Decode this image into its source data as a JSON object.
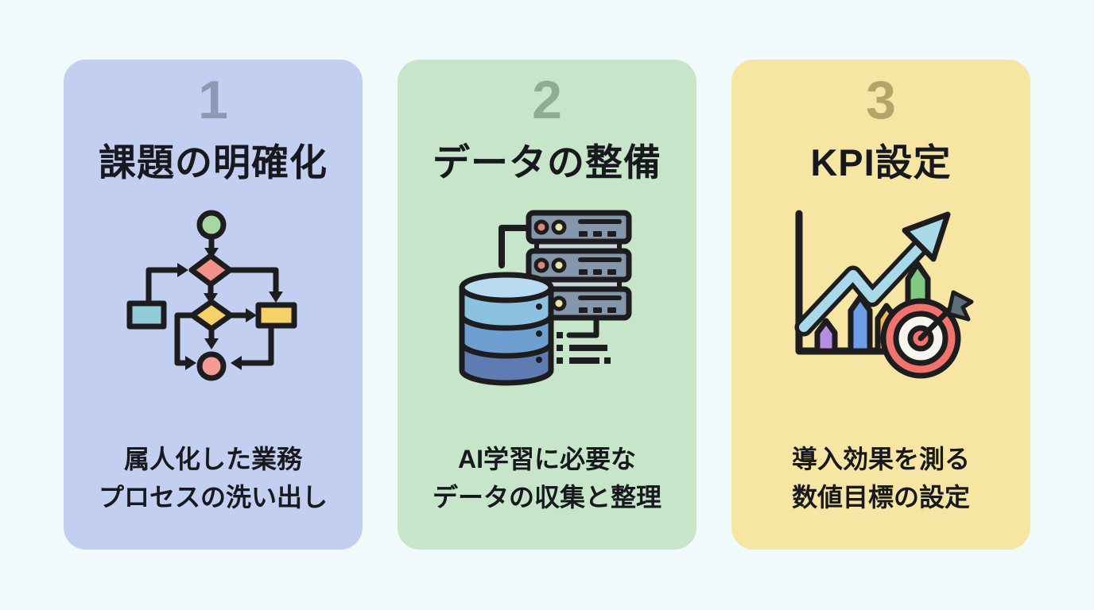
{
  "page": {
    "background_color": "#f1fafb",
    "text_color": "#17191e"
  },
  "cards": [
    {
      "number": "1",
      "title": "課題の明確化",
      "description_line1": "属人化した業務",
      "description_line2": "プロセスの洗い出し",
      "icon": "flowchart-icon",
      "bg_color": "#c3cff1",
      "number_color": "#8c9ab5"
    },
    {
      "number": "2",
      "title": "データの整備",
      "description_line1": "AI学習に必要な",
      "description_line2": "データの収集と整理",
      "icon": "database-server-icon",
      "bg_color": "#c7e6c9",
      "number_color": "#8fae91"
    },
    {
      "number": "3",
      "title": "KPI設定",
      "description_line1": "導入効果を測る",
      "description_line2": "数値目標の設定",
      "icon": "growth-chart-target-icon",
      "bg_color": "#f6e5a3",
      "number_color": "#b3a469"
    }
  ]
}
